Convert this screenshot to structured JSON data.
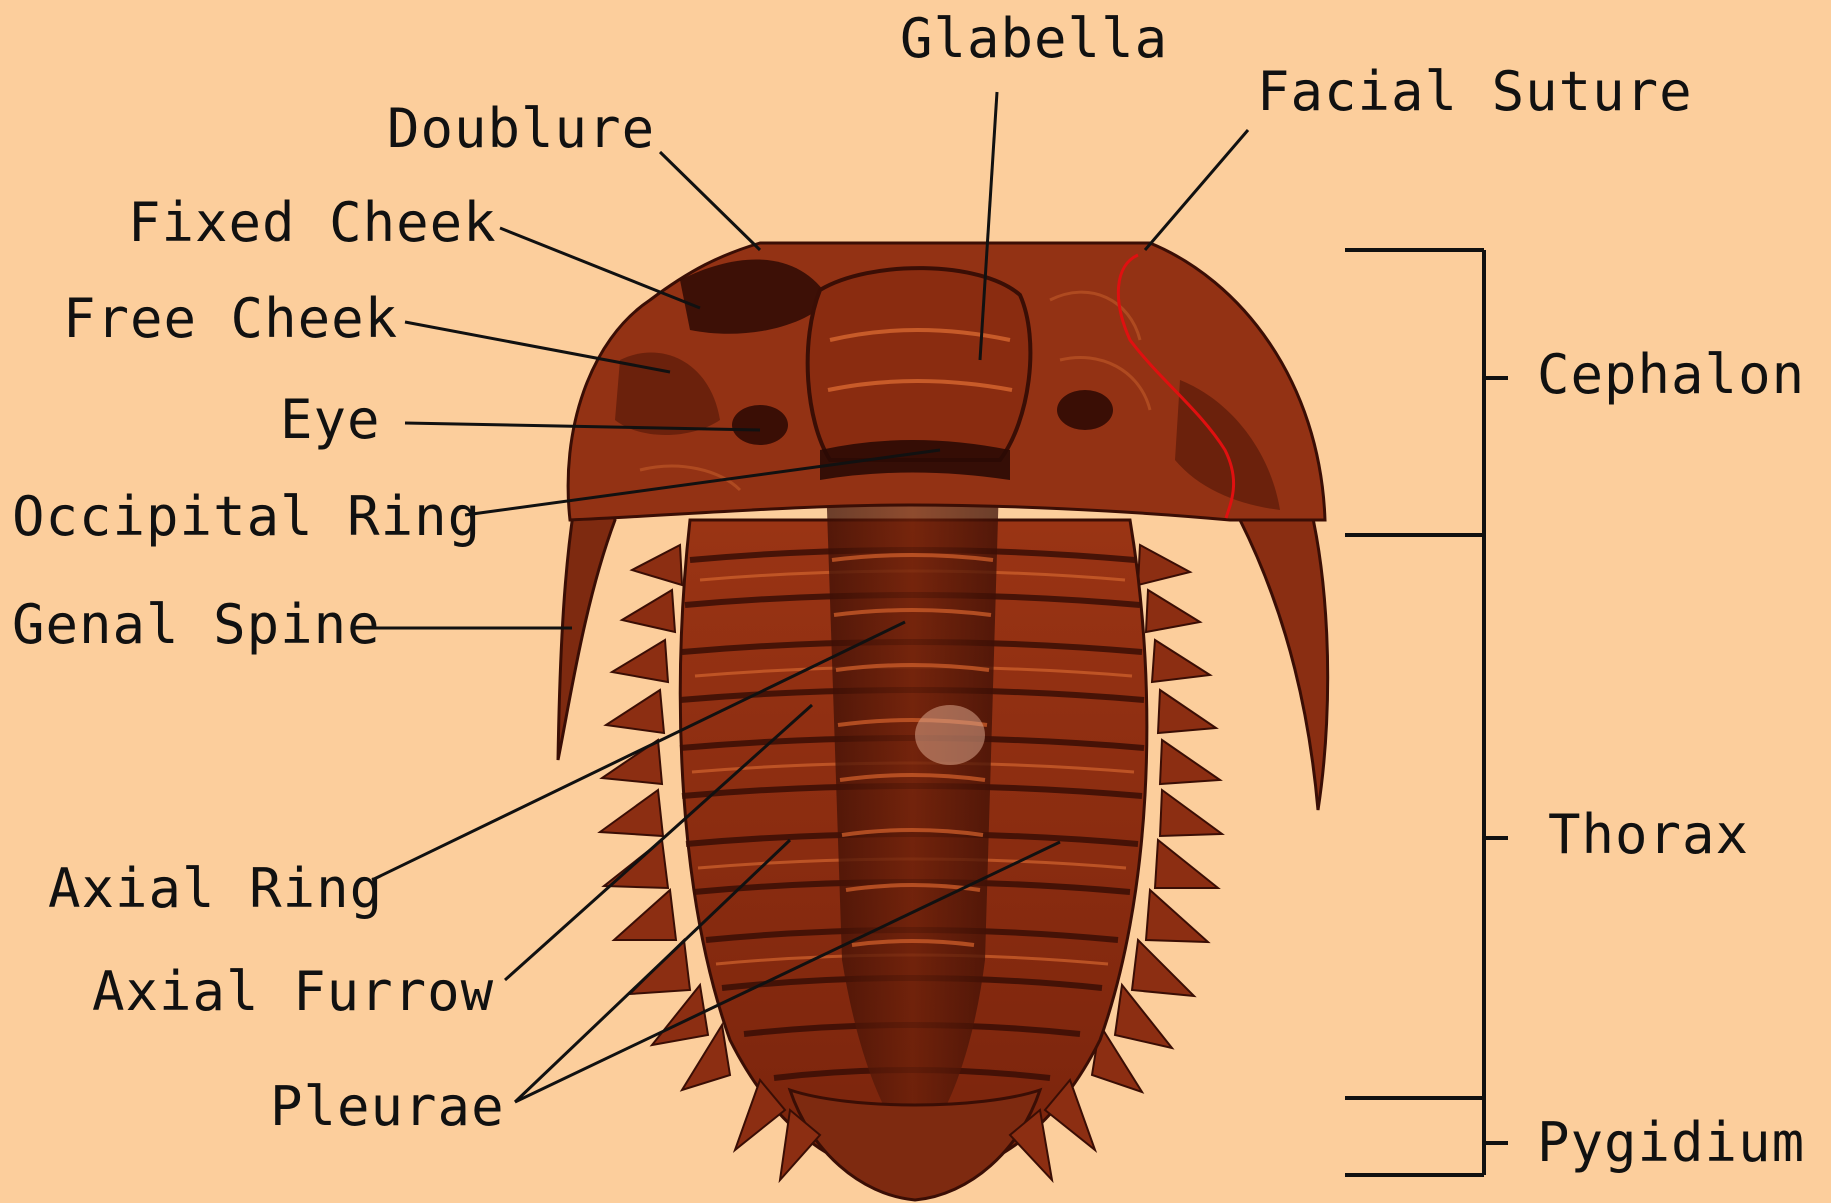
{
  "diagram": {
    "background_color": "#FCCE9C",
    "specimen_colors": {
      "base": "#8E2E10",
      "dark": "#2B0A04",
      "highlight": "#D2642E",
      "facial_suture_line": "#E01010"
    },
    "left_labels": {
      "doublure": "Doublure",
      "fixed_cheek": "Fixed Cheek",
      "free_cheek": "Free Cheek",
      "eye": "Eye",
      "occipital_ring": "Occipital Ring",
      "genal_spine": "Genal Spine",
      "axial_ring": "Axial Ring",
      "axial_furrow": "Axial Furrow",
      "pleurae": "Pleurae"
    },
    "top_labels": {
      "glabella": "Glabella",
      "facial_suture": "Facial Suture"
    },
    "body_regions": {
      "cephalon": "Cephalon",
      "thorax": "Thorax",
      "pygidium": "Pygidium"
    }
  }
}
